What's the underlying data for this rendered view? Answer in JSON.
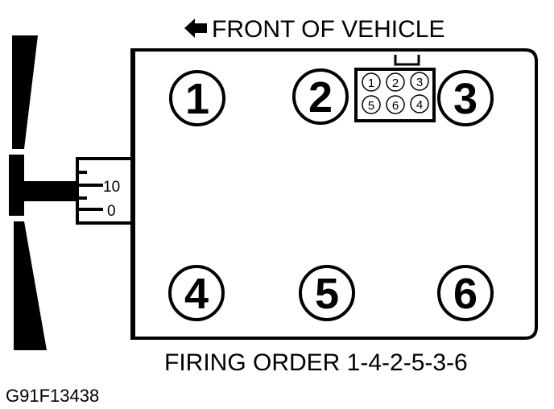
{
  "header": {
    "direction_label": "FRONT OF VEHICLE",
    "arrow_icon": "arrow-left-icon"
  },
  "engine": {
    "cylinders": [
      {
        "number": "1",
        "position": "front-left"
      },
      {
        "number": "2",
        "position": "front-center"
      },
      {
        "number": "3",
        "position": "front-right"
      },
      {
        "number": "4",
        "position": "rear-left"
      },
      {
        "number": "5",
        "position": "rear-center"
      },
      {
        "number": "6",
        "position": "rear-right"
      }
    ]
  },
  "coil_pack": {
    "terminals_top": [
      "1",
      "2",
      "3"
    ],
    "terminals_bottom": [
      "5",
      "6",
      "4"
    ]
  },
  "timing_scale": {
    "marks": [
      "10",
      "0"
    ]
  },
  "footer": {
    "firing_order": "FIRING ORDER 1-4-2-5-3-6",
    "figure_id": "G91F13438"
  },
  "colors": {
    "ink": "#000000",
    "background": "#ffffff"
  }
}
